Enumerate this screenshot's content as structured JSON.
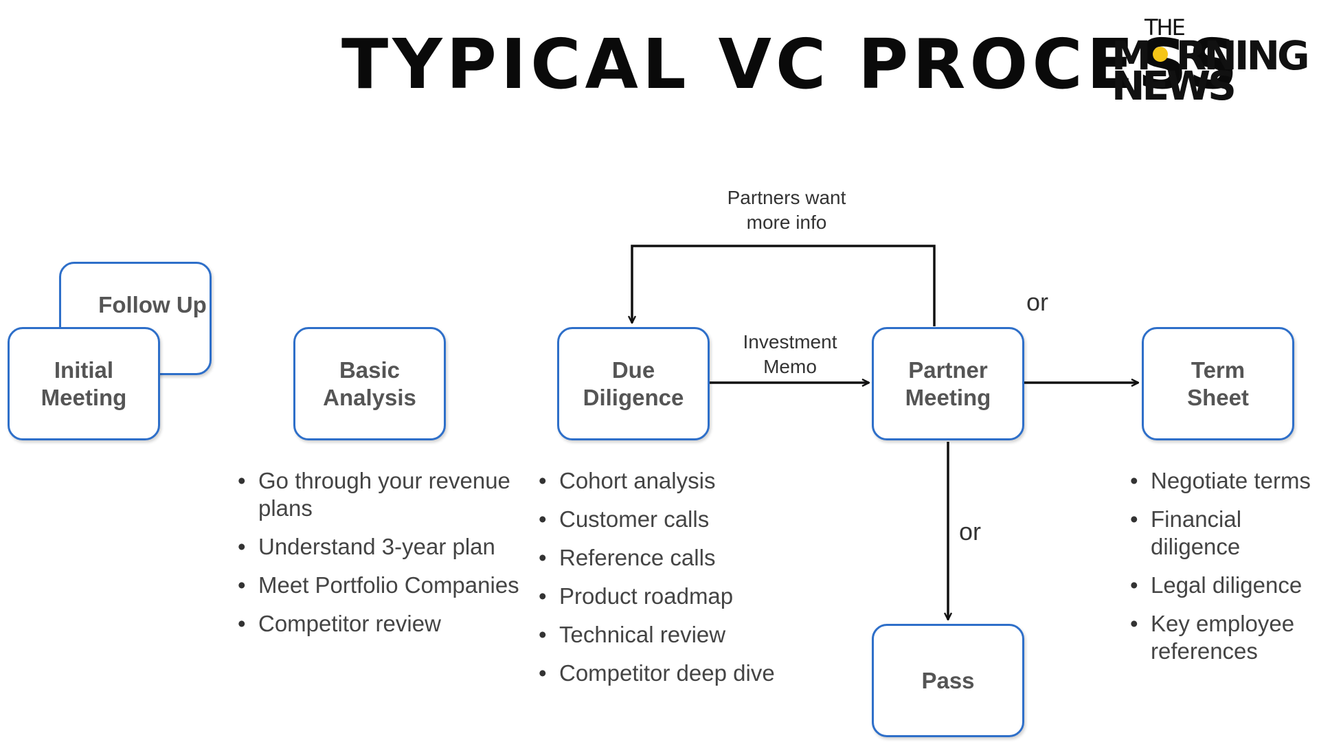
{
  "title": "TYPICAL VC PROCESS",
  "logo": {
    "line1": "THE",
    "line2_left": "M",
    "line2_right": "RNING",
    "line3": "NEWS",
    "dot_color": "#f5c518"
  },
  "colors": {
    "box_border": "#2e6fc9",
    "arrow": "#111111"
  },
  "nodes": {
    "follow_up": "Follow Up",
    "initial_meeting": "Initial\nMeeting",
    "basic_analysis": "Basic\nAnalysis",
    "due_diligence": "Due\nDiligence",
    "partner_meeting": "Partner\nMeeting",
    "term_sheet": "Term\nSheet",
    "pass": "Pass"
  },
  "edge_labels": {
    "loop": "Partners want\nmore info",
    "memo": "Investment\nMemo",
    "or_right": "or",
    "or_down": "or"
  },
  "bullets": {
    "basic_analysis": [
      "Go through your revenue plans",
      "Understand 3-year plan",
      "Meet Portfolio Companies",
      "Competitor review"
    ],
    "due_diligence": [
      "Cohort analysis",
      "Customer calls",
      "Reference calls",
      "Product roadmap",
      "Technical review",
      "Competitor deep dive"
    ],
    "term_sheet": [
      "Negotiate terms",
      "Financial diligence",
      "Legal diligence",
      "Key employee references"
    ]
  }
}
